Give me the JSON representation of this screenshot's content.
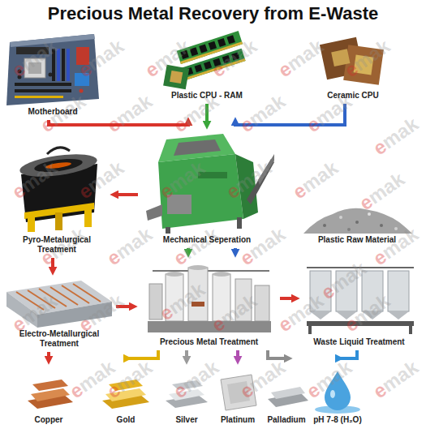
{
  "diagram": {
    "title": "Precious Metal Recovery from E-Waste",
    "nodes": [
      {
        "text": [
          "Motherboard"
        ]
      },
      {
        "text": [
          "Plastic CPU - RAM"
        ]
      },
      {
        "text": [
          "Ceramic CPU"
        ]
      },
      {
        "text": [
          "Pyro-Metalurgical Treatment"
        ]
      },
      {
        "text": [
          "Mechanical Seperation"
        ]
      },
      {
        "text": [
          "Plastic Raw Material"
        ]
      },
      {
        "text": [
          "Electro-Metallurgical Treatment"
        ]
      },
      {
        "text": [
          "Precious Metal Treatment"
        ]
      },
      {
        "text": [
          "Waste Liquid Treatment"
        ]
      },
      {
        "text": [
          "Copper"
        ]
      },
      {
        "text": [
          "Gold"
        ]
      },
      {
        "text": [
          "Silver"
        ]
      },
      {
        "text": [
          "Platinum"
        ]
      },
      {
        "text": [
          "Palladium"
        ]
      },
      {
        "text": [
          "pH 7-8 (H₂O)"
        ]
      }
    ],
    "edges": [
      {
        "from": 0,
        "to": 4,
        "arrow": "to"
      },
      {
        "from": 1,
        "to": 4,
        "arrow": "to"
      },
      {
        "from": 2,
        "to": 4,
        "arrow": "to"
      },
      {
        "from": 4,
        "to": 3,
        "arrow": "to"
      },
      {
        "from": 3,
        "to": 6,
        "arrow": "to"
      },
      {
        "from": 4,
        "to": 7,
        "arrow": "to"
      },
      {
        "from": 4,
        "to": 7,
        "arrow": "to"
      },
      {
        "from": 6,
        "to": 7,
        "arrow": "to"
      },
      {
        "from": 7,
        "to": 8,
        "arrow": "to"
      },
      {
        "from": 6,
        "to": 9,
        "arrow": "to"
      },
      {
        "from": 7,
        "to": 10,
        "arrow": "to"
      },
      {
        "from": 7,
        "to": 11,
        "arrow": "to"
      },
      {
        "from": 7,
        "to": 12,
        "arrow": "to"
      },
      {
        "from": 7,
        "to": 13,
        "arrow": "to"
      },
      {
        "from": 8,
        "to": 14,
        "arrow": "to"
      }
    ],
    "labels": [
      "emak",
      "emak",
      "emak",
      "emak",
      "emak",
      "emak",
      "emak",
      "emak",
      "emak",
      "emak",
      "emak",
      "emak",
      "emak",
      "emak",
      "emak",
      "emak",
      "emak",
      "emak",
      "emak",
      "emak",
      "emak",
      "emak",
      "emak",
      "emak",
      "emak",
      "emak",
      "emak",
      "emak",
      "emak",
      "emak",
      "emak",
      "emak",
      "emak",
      "emak",
      "emak",
      "emak"
    ]
  }
}
